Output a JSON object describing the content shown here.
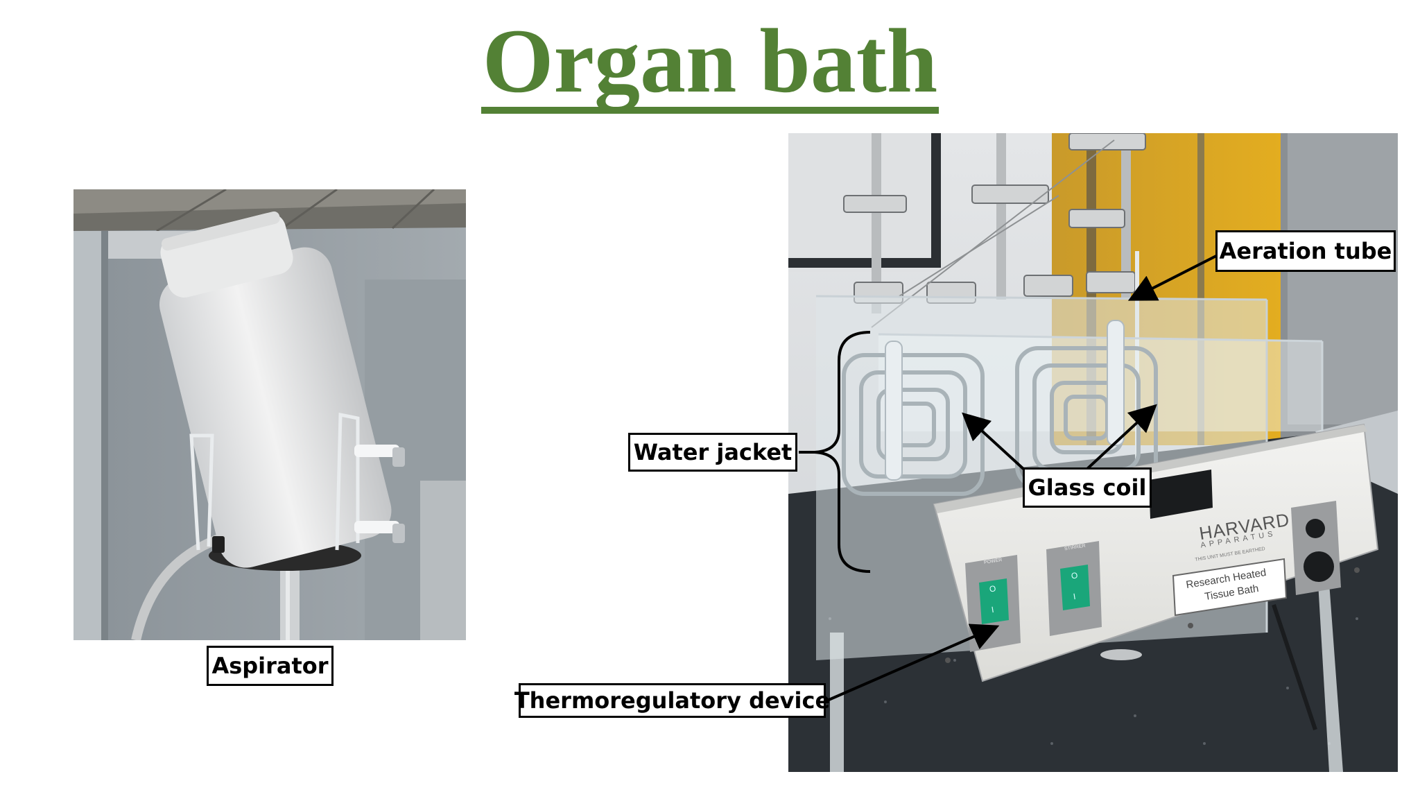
{
  "slide": {
    "title": "Organ bath",
    "title_color": "#538135"
  },
  "left_photo": {
    "caption": "Aspirator"
  },
  "right_photo": {
    "labels": {
      "aeration_tube": "Aeration tube",
      "water_jacket": "Water jacket",
      "glass_coil": "Glass coil",
      "thermoregulatory_device": "Thermoregulatory device"
    },
    "device": {
      "brand": "HARVARD",
      "brand_sub": "APPARATUS",
      "earthing_note": "THIS UNIT MUST BE EARTHED",
      "product_line1": "Research Heated",
      "product_line2": "Tissue Bath",
      "power_label": "POWER",
      "stirrer_label": "STIRRER",
      "switch_glyph_top": "O",
      "switch_glyph_bottom": "I"
    }
  }
}
